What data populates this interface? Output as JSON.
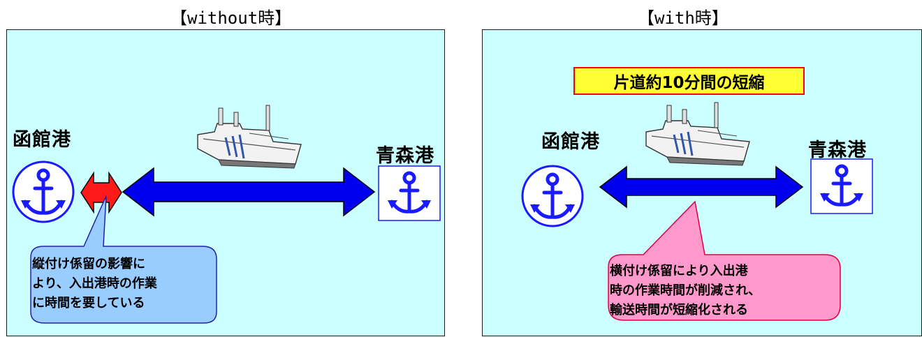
{
  "left": {
    "heading": "【without時】",
    "port_hakodate": "函館港",
    "port_aomori": "青森港",
    "callout": "縦付け係留の影響に\nより、入出港時の作業\nに時間を要している"
  },
  "right": {
    "heading": "【with時】",
    "headline": "片道約10分間の短縮",
    "port_hakodate": "函館港",
    "port_aomori": "青森港",
    "callout": "横付け係留により入出港\n時の作業時間が削減され、\n輸送時間が短縮化される"
  },
  "colors": {
    "panel_bg": "#ccffff",
    "arrow_blue": "#0000ee",
    "arrow_red": "#ff1a1a",
    "anchor_blue": "#1a1aff",
    "callout_left_fill": "#99ccff",
    "callout_right_fill": "#ff99cc",
    "headline_fill": "#ffff33",
    "headline_border": "#ff0000"
  },
  "icons": [
    "anchor-icon",
    "ferry-ship-icon"
  ]
}
